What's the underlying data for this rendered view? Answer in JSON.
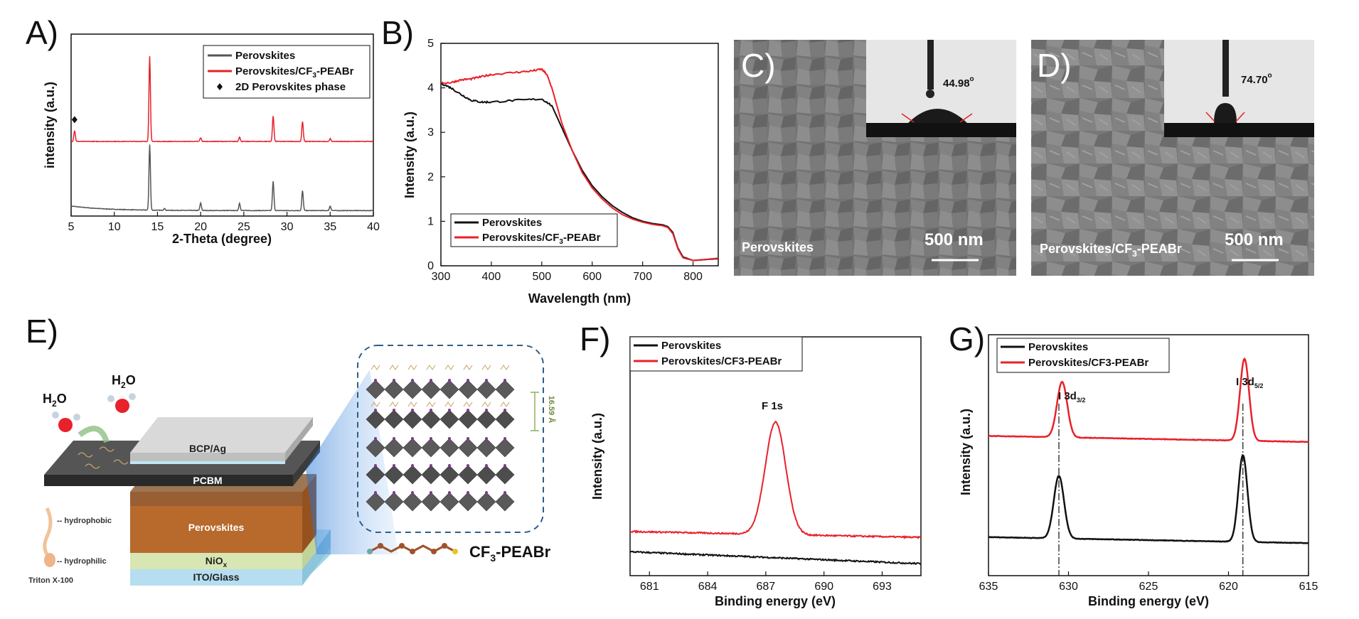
{
  "panels": {
    "A": "A)",
    "B": "B)",
    "C": "C)",
    "D": "D)",
    "E": "E)",
    "F": "F)",
    "G": "G)"
  },
  "colors": {
    "black_series": "#111111",
    "gray_series": "#555555",
    "red_series": "#e8212a",
    "layer_text": "#222222"
  },
  "chart_data": [
    {
      "id": "A",
      "type": "line",
      "xlabel": "2-Theta (degree)",
      "ylabel": "intensity (a.u.)",
      "xlim": [
        5,
        40
      ],
      "ylim": [
        0,
        10
      ],
      "xticks": [
        5,
        10,
        15,
        20,
        25,
        30,
        35,
        40
      ],
      "legend": [
        "Perovskites",
        "Perovskites/CF3-PEABr",
        "2D Perovskites phase"
      ],
      "legend_position": "top-right",
      "series": [
        {
          "name": "Perovskites",
          "baseline": 0.3,
          "peaks": [
            [
              14.1,
              3.6
            ],
            [
              15.8,
              0.1
            ],
            [
              20.0,
              0.4
            ],
            [
              24.5,
              0.4
            ],
            [
              28.4,
              1.6
            ],
            [
              31.8,
              1.1
            ],
            [
              35.0,
              0.25
            ]
          ]
        },
        {
          "name": "Perovskites/CF3-PEABr",
          "baseline": 4.1,
          "peaks": [
            [
              5.4,
              0.6
            ],
            [
              14.1,
              4.7
            ],
            [
              20.0,
              0.2
            ],
            [
              24.5,
              0.25
            ],
            [
              28.4,
              1.4
            ],
            [
              31.8,
              1.1
            ],
            [
              35.0,
              0.15
            ]
          ]
        }
      ],
      "markers": [
        {
          "name": "2D Perovskites phase",
          "x": 5.4,
          "y": 5.3
        }
      ]
    },
    {
      "id": "B",
      "type": "line",
      "xlabel": "Wavelength (nm)",
      "ylabel": "Intensity (a.u.)",
      "xlim": [
        300,
        850
      ],
      "ylim": [
        0,
        5
      ],
      "xticks": [
        300,
        400,
        500,
        600,
        700,
        800
      ],
      "yticks": [
        0,
        1,
        2,
        3,
        4,
        5
      ],
      "legend_position": "bottom-left",
      "series": [
        {
          "name": "Perovskites",
          "x": [
            300,
            320,
            340,
            360,
            380,
            400,
            450,
            500,
            520,
            540,
            560,
            580,
            600,
            620,
            640,
            660,
            680,
            700,
            720,
            740,
            750,
            760,
            770,
            780,
            800,
            850
          ],
          "y": [
            4.1,
            4.0,
            3.85,
            3.72,
            3.68,
            3.68,
            3.72,
            3.75,
            3.6,
            3.1,
            2.6,
            2.15,
            1.8,
            1.55,
            1.35,
            1.2,
            1.08,
            1.0,
            0.95,
            0.92,
            0.88,
            0.75,
            0.4,
            0.2,
            0.12,
            0.16
          ]
        },
        {
          "name": "Perovskites/CF3-PEABr",
          "x": [
            300,
            320,
            340,
            360,
            380,
            400,
            450,
            480,
            500,
            510,
            520,
            540,
            560,
            580,
            600,
            620,
            640,
            660,
            680,
            700,
            720,
            740,
            750,
            760,
            770,
            780,
            800,
            850
          ],
          "y": [
            4.1,
            4.12,
            4.18,
            4.2,
            4.25,
            4.3,
            4.35,
            4.38,
            4.42,
            4.3,
            4.0,
            3.2,
            2.6,
            2.1,
            1.75,
            1.5,
            1.3,
            1.15,
            1.05,
            0.98,
            0.93,
            0.9,
            0.86,
            0.72,
            0.38,
            0.18,
            0.12,
            0.17
          ]
        }
      ]
    },
    {
      "id": "F",
      "type": "line",
      "xlabel": "Binding energy (eV)",
      "ylabel": "Intensity (a.u.)",
      "xlim": [
        680,
        695
      ],
      "ylim": [
        0,
        10
      ],
      "xticks": [
        681,
        684,
        687,
        690,
        693
      ],
      "legend_position": "top-left",
      "annotation": "F 1s",
      "series": [
        {
          "name": "Perovskites",
          "start": 1.0,
          "end": 0.5,
          "peak": null
        },
        {
          "name": "Perovskites/CF3-PEABr",
          "start": 1.85,
          "end": 1.6,
          "peak": [
            687.5,
            4.7,
            0.75
          ]
        }
      ]
    },
    {
      "id": "G",
      "type": "line",
      "xlabel": "Binding energy (eV)",
      "ylabel": "Intensity (a.u.)",
      "xlim": [
        635,
        615
      ],
      "ylim": [
        0,
        10
      ],
      "xticks": [
        635,
        630,
        625,
        620,
        615
      ],
      "legend_position": "top-left",
      "annotations": [
        "I 3d",
        "3/2",
        "I 3d",
        "5/2"
      ],
      "series": [
        {
          "name": "Perovskites",
          "baseline": 1.6,
          "peaks": [
            [
              630.6,
              2.6,
              0.45
            ],
            [
              619.1,
              3.6,
              0.4
            ]
          ]
        },
        {
          "name": "Perovskites/CF3-PEABr",
          "baseline": 5.8,
          "peaks": [
            [
              630.4,
              2.3,
              0.45
            ],
            [
              619.0,
              3.4,
              0.4
            ]
          ]
        }
      ]
    }
  ],
  "panelB_legend": [
    "Perovskites",
    "Perovskites/CF3-PEABr"
  ],
  "panelC": {
    "label": "Perovskites",
    "scale": "500 nm",
    "angle": "44.98",
    "deg": "o"
  },
  "panelD": {
    "label": "Perovskites/CF",
    "sub": "3",
    "label2": "-PEABr",
    "scale": "500 nm",
    "angle": "74.70",
    "deg": "o"
  },
  "panelE": {
    "water1": "H",
    "water1_sub": "2",
    "water1_end": "O",
    "water2": "H",
    "water2_sub": "2",
    "water2_end": "O",
    "layers": [
      "BCP/Ag",
      "PCBM",
      "Perovskites",
      "NiO",
      "ITO/Glass"
    ],
    "nio_sub": "x",
    "hydrophobic": "-- hydrophobic",
    "hydrophilic": "-- hydrophilic",
    "surfactant": "Triton X-100",
    "spacing": "16.59 Å",
    "molecule": "CF",
    "molecule_sub": "3",
    "molecule_end": "-PEABr"
  },
  "legendA": {
    "l1": "Perovskites",
    "l2a": "Perovskites/CF",
    "l2sub": "3",
    "l2b": "-PEABr",
    "l3": "2D Perovskites phase"
  },
  "legendB": {
    "l1": "Perovskites",
    "l2a": "Perovskites/CF",
    "l2sub": "3",
    "l2b": "-PEABr"
  },
  "legendF": {
    "l1": "Perovskites",
    "l2": "Perovskites/CF3-PEABr"
  },
  "legendG": {
    "l1": "Perovskites",
    "l2": "Perovskites/CF3-PEABr"
  },
  "annF": "F 1s",
  "annG": {
    "a": "I 3d",
    "asub": "3/2",
    "b": "I 3d",
    "bsub": "5/2"
  }
}
